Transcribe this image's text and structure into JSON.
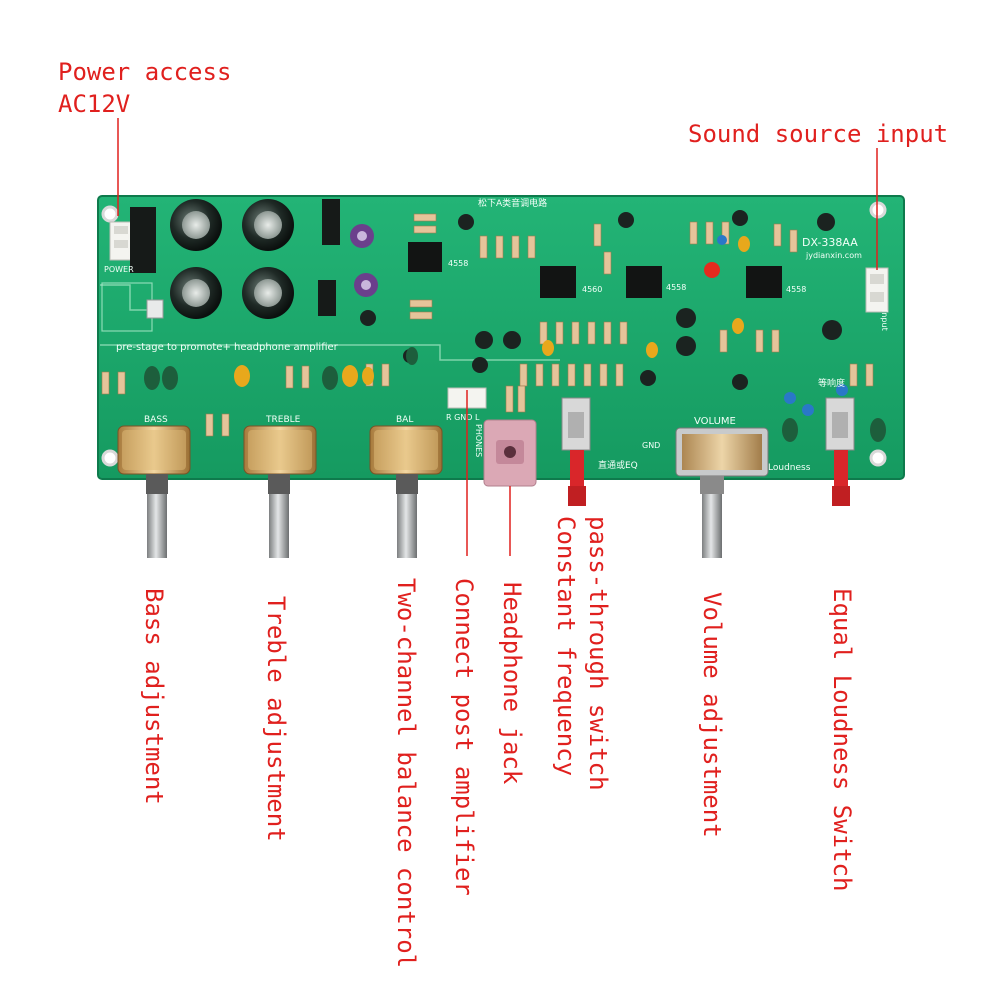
{
  "labels": {
    "power_line1": "Power access",
    "power_line2": "AC12V",
    "sound_source": "Sound source input",
    "bass": "Bass adjustment",
    "treble": "Treble adjustment",
    "balance": "Two-channel balance control",
    "connect_post": "Connect post amplifier",
    "headphone": "Headphone jack",
    "passthrough_line1": "pass-through switch",
    "passthrough_line2": "Constant frequency",
    "volume": "Volume adjustment",
    "loudness": "Equal Loudness Switch"
  },
  "board": {
    "model": "DX-338AA",
    "website": "jydianxin.com",
    "header_cn": "松下A类音调电路",
    "subtitle": "pre-stage to promote+ headphone amplifier",
    "knob_bass": "BASS",
    "knob_treble": "TREBLE",
    "knob_bal": "BAL",
    "knob_volume": "VOLUME",
    "power": "POWER",
    "phones": "PHONES",
    "out_pins": "R GND L",
    "in_label": "Input",
    "loudness_silk": "Loudness",
    "eq_cn": "直通或EQ",
    "loud_cn": "等响度",
    "gnd": "GND",
    "ic1": "4558",
    "ic2": "4560",
    "ic3": "4558",
    "ic4": "4558"
  },
  "colors": {
    "label": "#e0201e",
    "pcb": "#1aa86a",
    "pcb_dark": "#12885a",
    "silkscreen": "#f2fff8"
  }
}
